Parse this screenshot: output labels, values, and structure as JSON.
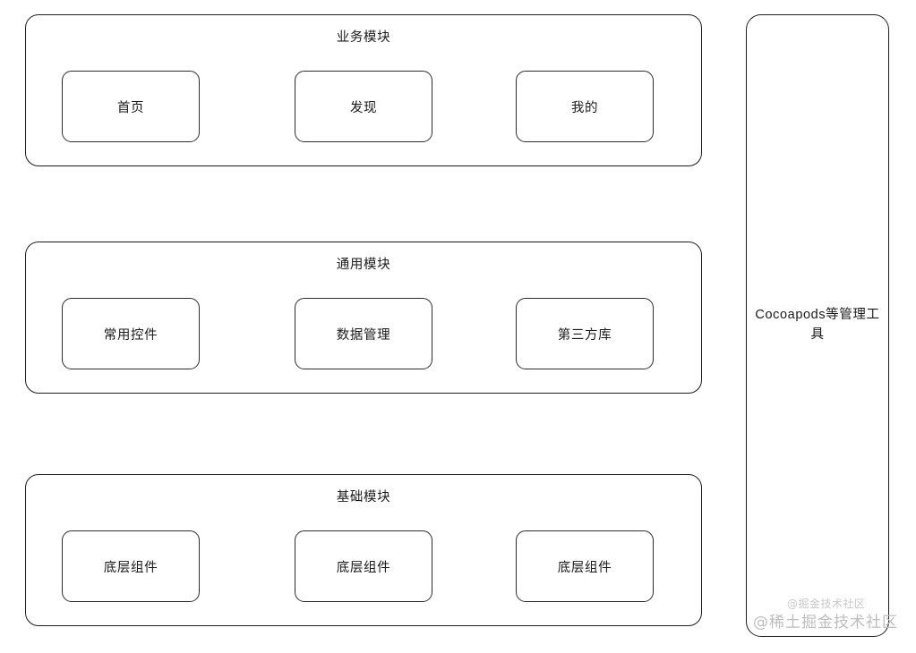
{
  "diagram": {
    "type": "layered-architecture",
    "groups": [
      {
        "id": "business",
        "title": "业务模块",
        "modules": [
          {
            "label": "首页"
          },
          {
            "label": "发现"
          },
          {
            "label": "我的"
          }
        ]
      },
      {
        "id": "common",
        "title": "通用模块",
        "modules": [
          {
            "label": "常用控件"
          },
          {
            "label": "数据管理"
          },
          {
            "label": "第三方库"
          }
        ]
      },
      {
        "id": "base",
        "title": "基础模块",
        "modules": [
          {
            "label": "底层组件"
          },
          {
            "label": "底层组件"
          },
          {
            "label": "底层组件"
          }
        ]
      }
    ],
    "side_panel": {
      "id": "tooling",
      "label": "Cocoapods等管理工具"
    }
  },
  "watermark": {
    "small": "@掘金技术社区",
    "main": "@稀土掘金技术社区"
  },
  "colors": {
    "background": "#ffffff",
    "stroke": "#1d1d1d",
    "inner_stroke": "#2b2b2b",
    "text": "#1a1a1a",
    "watermark": "#bdbdbd"
  }
}
